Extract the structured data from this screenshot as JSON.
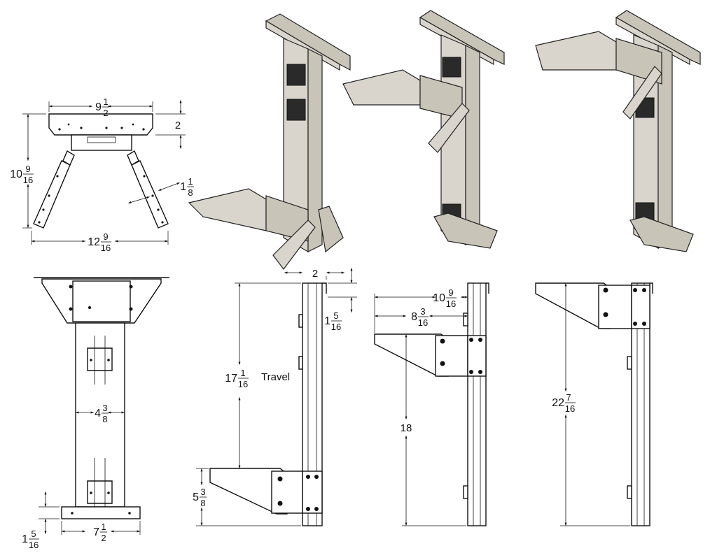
{
  "title": "Mount assembly dimensional drawing",
  "dimensions": {
    "top_plate_width": {
      "whole": "9",
      "num": "1",
      "den": "2"
    },
    "top_plate_height": {
      "whole": "2"
    },
    "top_view_height": {
      "whole": "10",
      "num": "9",
      "den": "16"
    },
    "arm_width": {
      "whole": "1",
      "num": "1",
      "den": "8"
    },
    "arm_span": {
      "whole": "12",
      "num": "9",
      "den": "16"
    },
    "column_width": {
      "whole": "4",
      "num": "3",
      "den": "8"
    },
    "base_width": {
      "whole": "7",
      "num": "1",
      "den": "2"
    },
    "base_height": {
      "whole": "1",
      "num": "5",
      "den": "16"
    },
    "side_depth": {
      "whole": "2"
    },
    "side_top_offset": {
      "whole": "1",
      "num": "5",
      "den": "16"
    },
    "travel": {
      "whole": "17",
      "num": "1",
      "den": "16",
      "label": "Travel"
    },
    "bracket_height": {
      "whole": "5",
      "num": "3",
      "den": "8"
    },
    "bracket_reach_outer": {
      "whole": "10",
      "num": "9",
      "den": "16"
    },
    "bracket_reach_inner": {
      "whole": "8",
      "num": "3",
      "den": "16"
    },
    "mid_height": {
      "whole": "18"
    },
    "overall_height": {
      "whole": "22",
      "num": "7",
      "den": "16"
    }
  },
  "colors": {
    "metal": "#d9d5cc",
    "clamp": "#2a2a2a",
    "line": "#111111"
  }
}
